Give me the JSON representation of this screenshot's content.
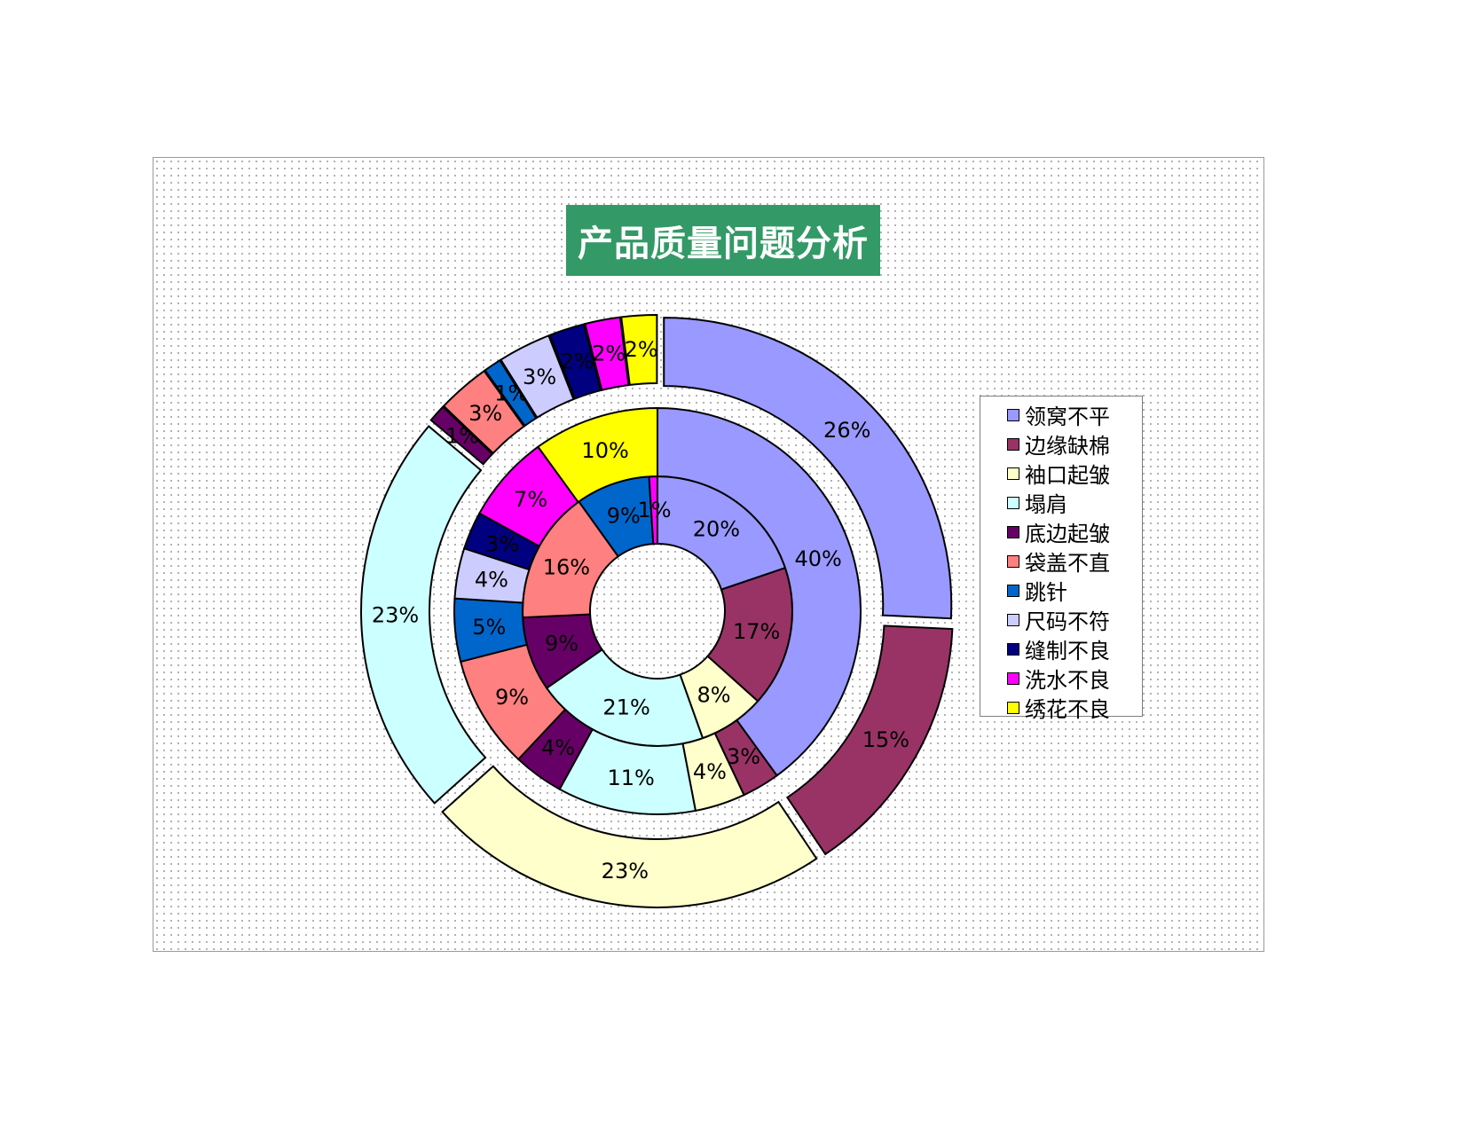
{
  "chart_data": {
    "type": "pie",
    "subtype": "multi-level donut",
    "title": "产品质量问题分析",
    "legend_position": "right",
    "categories": [
      "领窝不平",
      "边缘缺棉",
      "袖口起皱",
      "塌肩",
      "底边起皱",
      "袋盖不直",
      "跳针",
      "尺码不符",
      "缝制不良",
      "洗水不良",
      "绣花不良"
    ],
    "colors": [
      "#9999FF",
      "#993366",
      "#FFFFCC",
      "#CCFFFF",
      "#660066",
      "#FF8080",
      "#0066CC",
      "#CCCCFF",
      "#000080",
      "#FF00FF",
      "#FFFF00"
    ],
    "rings": [
      {
        "level": "inner",
        "slices": [
          {
            "category": "领窝不平",
            "value": 20,
            "label": "20%"
          },
          {
            "category": "边缘缺棉",
            "value": 17,
            "label": "17%"
          },
          {
            "category": "袖口起皱",
            "value": 8,
            "label": "8%"
          },
          {
            "category": "塌肩",
            "value": 21,
            "label": "21%"
          },
          {
            "category": "底边起皱",
            "value": 9,
            "label": "9%"
          },
          {
            "category": "袋盖不直",
            "value": 16,
            "label": "16%"
          },
          {
            "category": "跳针",
            "value": 9,
            "label": "9%"
          },
          {
            "category": "洗水不良",
            "value": 1,
            "label": "1%"
          }
        ]
      },
      {
        "level": "middle",
        "slices": [
          {
            "category": "领窝不平",
            "value": 40,
            "label": "40%"
          },
          {
            "category": "边缘缺棉",
            "value": 3,
            "label": "3%"
          },
          {
            "category": "袖口起皱",
            "value": 4,
            "label": "4%"
          },
          {
            "category": "塌肩",
            "value": 11,
            "label": "11%"
          },
          {
            "category": "底边起皱",
            "value": 4,
            "label": "4%"
          },
          {
            "category": "袋盖不直",
            "value": 9,
            "label": "9%"
          },
          {
            "category": "跳针",
            "value": 5,
            "label": "5%"
          },
          {
            "category": "尺码不符",
            "value": 4,
            "label": "4%"
          },
          {
            "category": "缝制不良",
            "value": 3,
            "label": "3%"
          },
          {
            "category": "洗水不良",
            "value": 7,
            "label": "7%"
          },
          {
            "category": "绣花不良",
            "value": 10,
            "label": "10%"
          }
        ]
      },
      {
        "level": "outer",
        "exploded": true,
        "slices": [
          {
            "category": "领窝不平",
            "value": 26,
            "label": "26%"
          },
          {
            "category": "边缘缺棉",
            "value": 15,
            "label": "15%"
          },
          {
            "category": "袖口起皱",
            "value": 23,
            "label": "23%"
          },
          {
            "category": "塌肩",
            "value": 23,
            "label": "23%"
          },
          {
            "category": "底边起皱",
            "value": 1,
            "label": "1%"
          },
          {
            "category": "袋盖不直",
            "value": 3,
            "label": "3%"
          },
          {
            "category": "跳针",
            "value": 1,
            "label": "1%"
          },
          {
            "category": "尺码不符",
            "value": 3,
            "label": "3%"
          },
          {
            "category": "缝制不良",
            "value": 2,
            "label": "2%"
          },
          {
            "category": "洗水不良",
            "value": 2,
            "label": "2%"
          },
          {
            "category": "绣花不良",
            "value": 2,
            "label": "2%"
          }
        ]
      }
    ]
  }
}
